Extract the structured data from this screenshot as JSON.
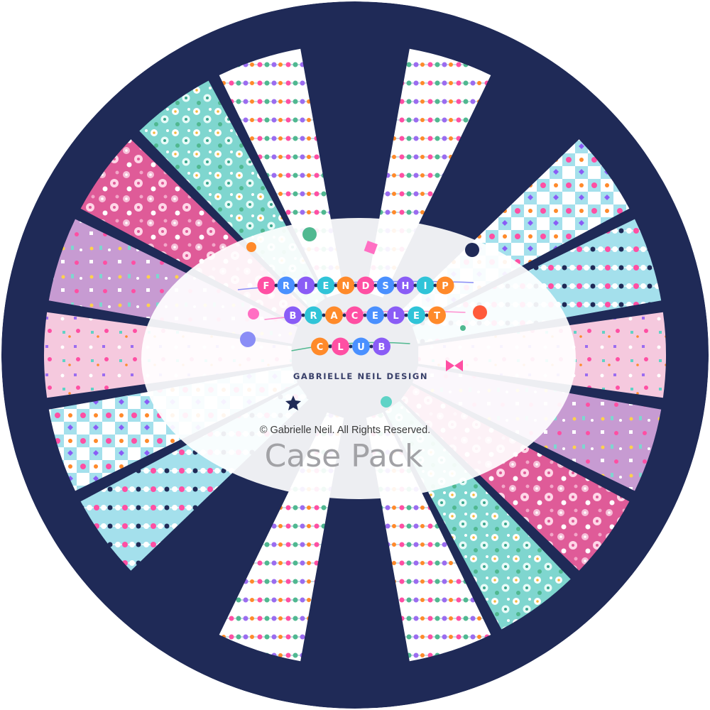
{
  "logo": {
    "lines": [
      [
        "F",
        "R",
        "I",
        "E",
        "N",
        "D",
        "S",
        "H",
        "I",
        "P"
      ],
      [
        "B",
        "R",
        "A",
        "C",
        "E",
        "L",
        "E",
        "T"
      ],
      [
        "C",
        "L",
        "U",
        "B"
      ]
    ],
    "bead_colors": [
      "#ff4fa3",
      "#4a90ff",
      "#8a5cf6",
      "#30c4d8",
      "#ff8a2a"
    ]
  },
  "designer": "GABRIELLE NEIL DESIGN",
  "copyright": "© Gabrielle Neil. All Rights Reserved.",
  "title": "Case Pack",
  "palette": {
    "navy": "#1f2a57",
    "pink": "#df5b98",
    "light_pink": "#f5c9de",
    "lavender": "#c79bd2",
    "aqua": "#7fd6cf",
    "sky": "#a4e0ec",
    "white": "#ffffff",
    "grey_text": "#a2a2a6"
  },
  "wedges": [
    {
      "pattern": "navy-bracelets"
    },
    {
      "pattern": "white-bracelets"
    },
    {
      "pattern": "navy-bracelets"
    },
    {
      "pattern": "checker-aqua"
    },
    {
      "pattern": "sky-bracelets"
    },
    {
      "pattern": "light-pink-confetti"
    },
    {
      "pattern": "lavender-confetti"
    },
    {
      "pattern": "pink-floral"
    },
    {
      "pattern": "aqua-floral"
    },
    {
      "pattern": "white-bracelets"
    },
    {
      "pattern": "navy-bracelets"
    },
    {
      "pattern": "white-bracelets"
    },
    {
      "pattern": "navy-bracelets"
    },
    {
      "pattern": "sky-bracelets"
    },
    {
      "pattern": "checker-aqua"
    },
    {
      "pattern": "light-pink-confetti"
    },
    {
      "pattern": "lavender-confetti"
    },
    {
      "pattern": "pink-floral"
    },
    {
      "pattern": "aqua-floral"
    },
    {
      "pattern": "white-bracelets"
    }
  ]
}
